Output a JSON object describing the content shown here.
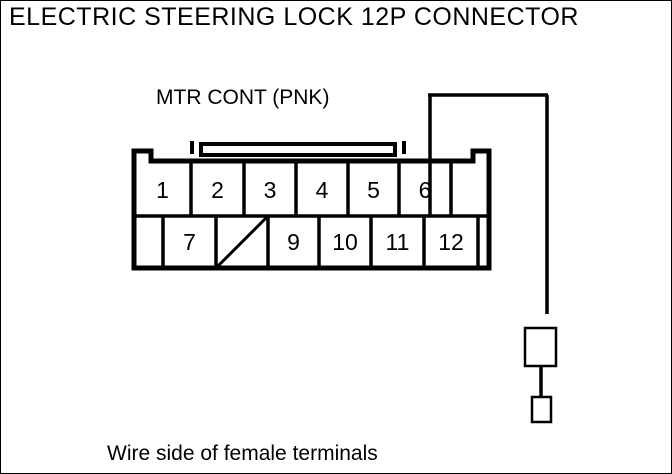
{
  "diagram": {
    "title": "ELECTRIC STEERING LOCK 12P CONNECTOR",
    "caption": "Wire side of female terminals",
    "wire_label": "MTR CONT (PNK)",
    "wire_color_code": "PNK",
    "wire_signal": "MTR CONT",
    "connected_pin": "6",
    "connector_type": "12P",
    "line_color": "#000000",
    "background_color": "#ffffff"
  },
  "connector": {
    "top_row": [
      {
        "label": "1",
        "blank": false
      },
      {
        "label": "2",
        "blank": false
      },
      {
        "label": "3",
        "blank": false
      },
      {
        "label": "4",
        "blank": false
      },
      {
        "label": "5",
        "blank": false
      },
      {
        "label": "6",
        "blank": false
      },
      {
        "label": "",
        "blank": true
      }
    ],
    "bottom_row": [
      {
        "label": "",
        "blank": true
      },
      {
        "label": "7",
        "blank": false
      },
      {
        "label": "",
        "blank": true,
        "slashed": true
      },
      {
        "label": "9",
        "blank": false
      },
      {
        "label": "10",
        "blank": false
      },
      {
        "label": "11",
        "blank": false
      },
      {
        "label": "12",
        "blank": false
      }
    ]
  },
  "terminals": {
    "upper_box": "terminal-symbol-large",
    "lower_box": "terminal-symbol-small"
  }
}
